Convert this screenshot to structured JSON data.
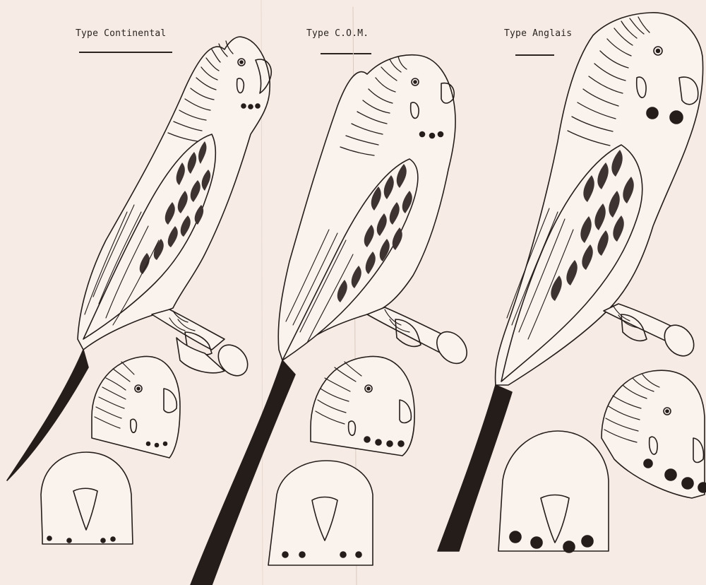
{
  "labels": {
    "continental": "Type Continental",
    "com": "Type C.O.M.",
    "anglais": "Type Anglais"
  },
  "colors": {
    "paper": "#f7ece5",
    "ink": "#241d1a",
    "shade": "#5a504c"
  },
  "figures": [
    {
      "name": "continental",
      "parts": [
        "full-body",
        "side-head",
        "front-head"
      ]
    },
    {
      "name": "com",
      "parts": [
        "full-body",
        "side-head",
        "front-head"
      ]
    },
    {
      "name": "anglais",
      "parts": [
        "full-body",
        "side-head",
        "front-head"
      ]
    }
  ]
}
